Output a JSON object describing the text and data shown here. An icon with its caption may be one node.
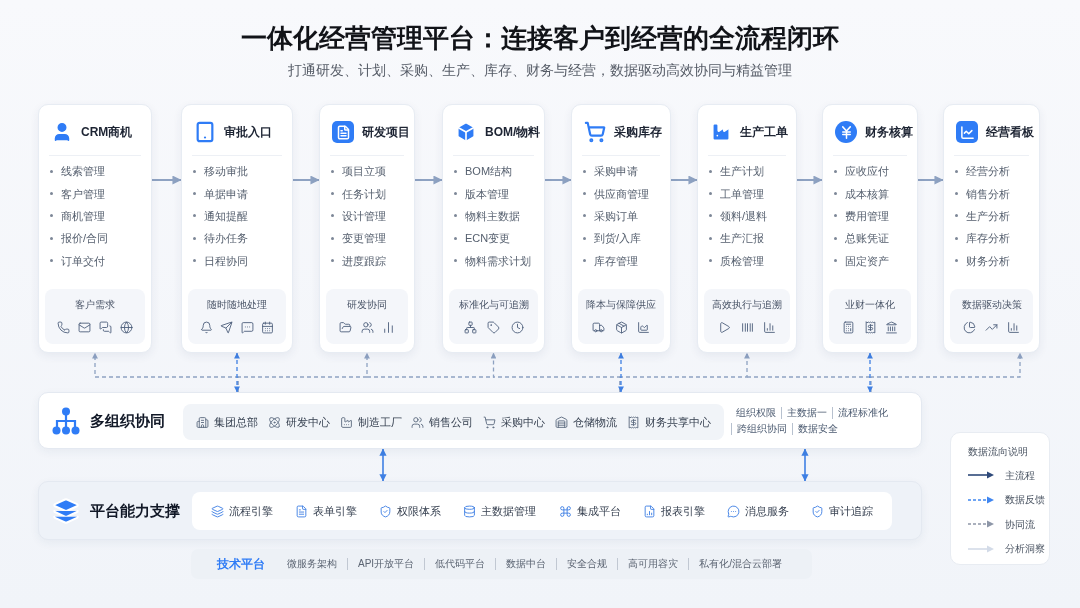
{
  "diagram": {
    "title": "一体化经营管理平台：连接客户到经营的全流程闭环",
    "nodes": [
      {
        "text": [
          "CRM商机",
          "线索管理",
          "客户管理",
          "商机管理",
          "报价/合同",
          "订单交付"
        ]
      },
      {
        "text": [
          "客户需求"
        ],
        "in": 0
      },
      {
        "text": [
          "审批入口",
          "移动审批",
          "单据申请",
          "通知提醒",
          "待办任务",
          "日程协同"
        ]
      },
      {
        "text": [
          "随时随地处理"
        ],
        "in": 2
      },
      {
        "text": [
          "研发项目",
          "项目立项",
          "任务计划",
          "设计管理",
          "变更管理",
          "进度跟踪"
        ]
      },
      {
        "text": [
          "研发协同"
        ],
        "in": 4
      },
      {
        "text": [
          "BOM/物料",
          "BOM结构",
          "版本管理",
          "物料主数据",
          "ECN变更",
          "物料需求计划"
        ]
      },
      {
        "text": [
          "标准化与可追溯"
        ],
        "in": 6
      },
      {
        "text": [
          "采购库存",
          "采购申请",
          "供应商管理",
          "采购订单",
          "到货/入库",
          "库存管理"
        ]
      },
      {
        "text": [
          "降本与保障供应"
        ],
        "in": 8
      },
      {
        "text": [
          "生产工单",
          "生产计划",
          "工单管理",
          "领料/退料",
          "生产汇报",
          "质检管理"
        ]
      },
      {
        "text": [
          "高效执行与追溯"
        ],
        "in": 10
      },
      {
        "text": [
          "财务核算",
          "应收应付",
          "成本核算",
          "费用管理",
          "总账凭证",
          "固定资产"
        ]
      },
      {
        "text": [
          "业财一体化"
        ],
        "in": 12
      },
      {
        "text": [
          "经营看板",
          "经营分析",
          "销售分析",
          "生产分析",
          "库存分析",
          "财务分析"
        ]
      },
      {
        "text": [
          "数据驱动决策"
        ],
        "in": 14
      },
      {
        "text": [
          "多组织协同",
          "组织权限",
          "主数据一",
          "流程标准化",
          "跨组织协同",
          "数据安全"
        ]
      },
      {
        "text": [
          "集团总部",
          "研发中心",
          "制造工厂",
          "销售公司",
          "采购中心",
          "仓储物流",
          "财务共享中心"
        ],
        "in": 16
      },
      {
        "text": [
          "平台能力支撑"
        ]
      },
      {
        "text": [
          "流程引擎",
          "表单引擎",
          "权限体系",
          "主数据管理",
          "集成平台",
          "报表引擎",
          "消息服务",
          "审计追踪"
        ],
        "in": 18
      },
      {
        "text": [
          "技术平台",
          "微服务架构",
          "API开放平台",
          "低代码平台",
          "数据中台",
          "安全合规",
          "高可用容灾",
          "私有化/混合云部署"
        ]
      }
    ],
    "edges": [
      {
        "from": 0,
        "to": 2,
        "arrow": "to"
      },
      {
        "from": 2,
        "to": 4,
        "arrow": "to"
      },
      {
        "from": 4,
        "to": 6,
        "arrow": "to"
      },
      {
        "from": 6,
        "to": 8,
        "arrow": "to"
      },
      {
        "from": 8,
        "to": 10,
        "arrow": "to"
      },
      {
        "from": 10,
        "to": 12,
        "arrow": "to"
      },
      {
        "from": 12,
        "to": 14,
        "arrow": "to"
      },
      {
        "from": 16,
        "to": 0,
        "arrow": "to",
        "style": "dashed"
      },
      {
        "from": 16,
        "to": 2,
        "arrow": "both",
        "style": "dashed",
        "color": "#3f80e4"
      },
      {
        "from": 16,
        "to": 4,
        "arrow": "to",
        "style": "dashed"
      },
      {
        "from": 16,
        "to": 6,
        "arrow": "to",
        "style": "dashed"
      },
      {
        "from": 16,
        "to": 8,
        "arrow": "both",
        "style": "dashed",
        "color": "#3f80e4"
      },
      {
        "from": 16,
        "to": 10,
        "arrow": "to",
        "style": "dashed"
      },
      {
        "from": 16,
        "to": 12,
        "arrow": "both",
        "style": "dashed",
        "color": "#3f80e4"
      },
      {
        "from": 16,
        "to": 14,
        "arrow": "to",
        "style": "dashed"
      },
      {
        "from": 16,
        "to": 18,
        "arrow": "both",
        "color": "#3f80e4"
      },
      {
        "from": 16,
        "to": 18,
        "arrow": "both",
        "color": "#3f80e4"
      }
    ],
    "labels": [
      "打通研发、计划、采购、生产、库存、财务与经营，数据驱动高效协同与精益管理",
      "数据流向说明"
    ],
    "legend": [
      {
        "text": "主流程"
      },
      {
        "text": "数据反馈"
      },
      {
        "text": "协同流"
      },
      {
        "text": "分析洞察"
      }
    ]
  }
}
